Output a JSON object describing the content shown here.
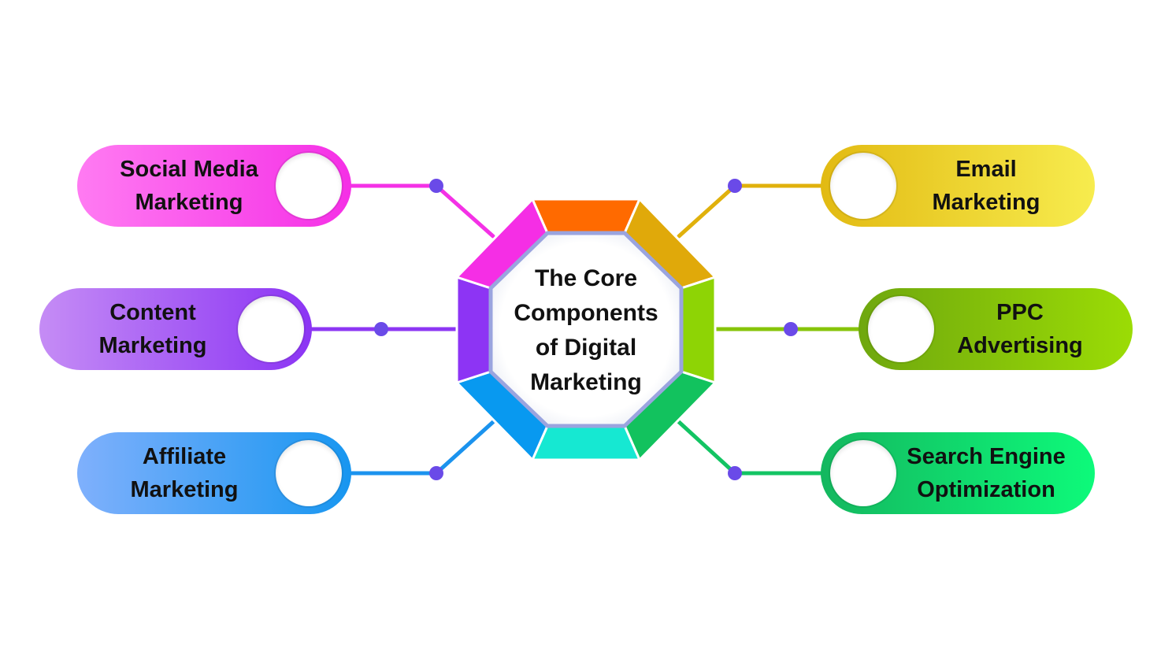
{
  "center": {
    "line1": "The Core",
    "line2": "Components",
    "line3": "of Digital",
    "line4": "Marketing"
  },
  "components": {
    "social_media": {
      "line1": "Social Media",
      "line2": "Marketing",
      "color": "#F72EE8"
    },
    "content": {
      "line1": "Content",
      "line2": "Marketing",
      "color": "#8E3BF2"
    },
    "affiliate": {
      "line1": "Affiliate",
      "line2": "Marketing",
      "color": "#1A90EE"
    },
    "email": {
      "line1": "Email",
      "line2": "Marketing",
      "color": "#E0B80E"
    },
    "ppc": {
      "line1": "PPC",
      "line2": "Advertising",
      "color": "#7CB80A"
    },
    "seo": {
      "line1": "Search Engine",
      "line2": "Optimization",
      "color": "#12C866"
    }
  },
  "dot_color": "#6A4AE8"
}
